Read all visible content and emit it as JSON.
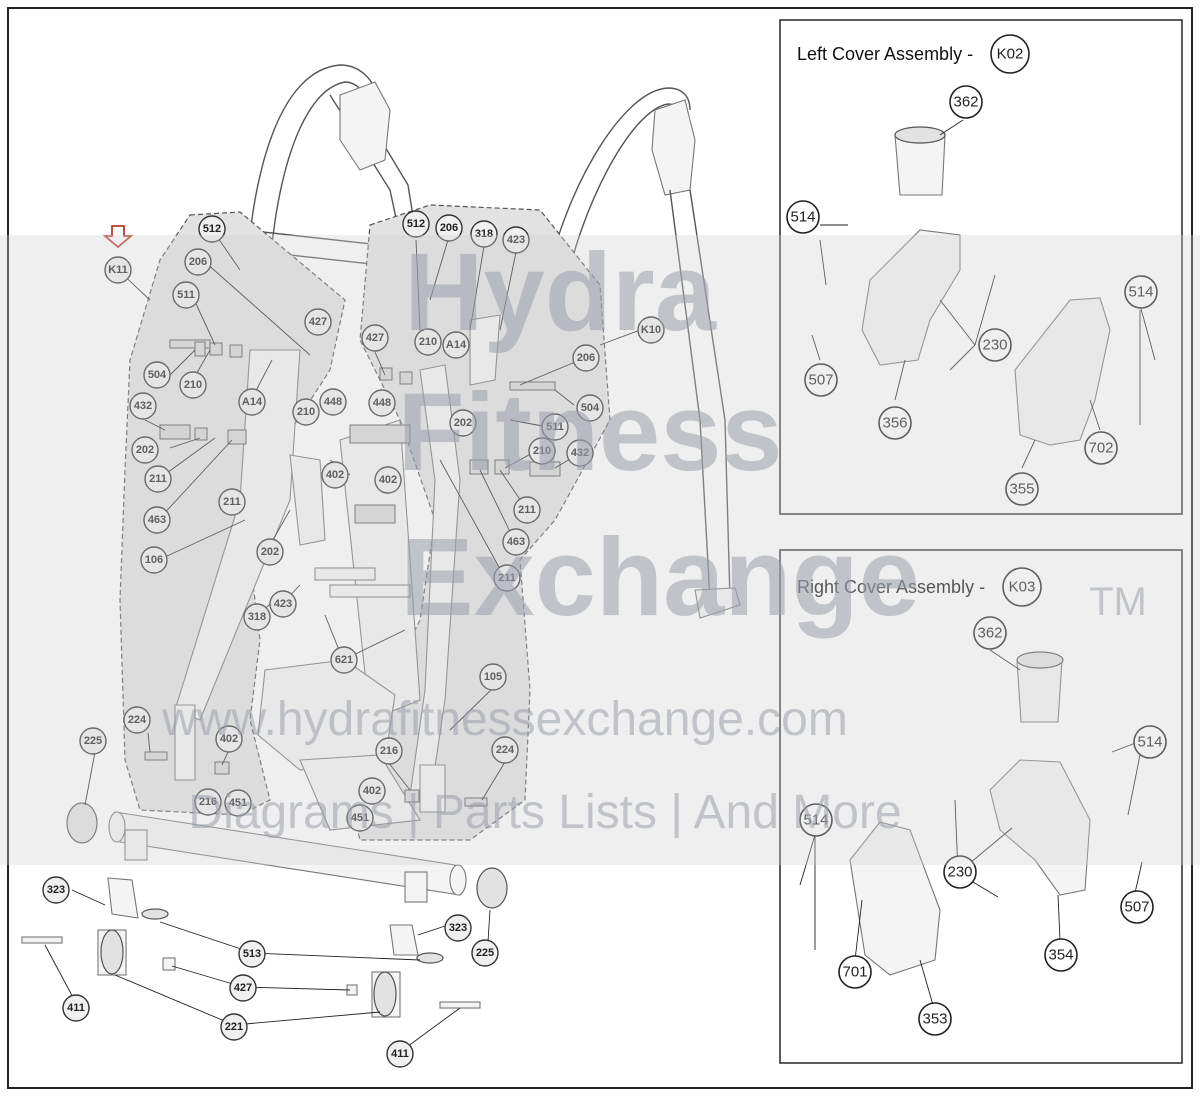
{
  "main_diagram": {
    "group_labels": [
      "K11",
      "K10"
    ],
    "callouts_left": [
      "512",
      "206",
      "511",
      "427",
      "504",
      "210",
      "A14",
      "432",
      "210",
      "448",
      "202",
      "211",
      "402",
      "211",
      "463",
      "106",
      "202",
      "423",
      "318"
    ],
    "callouts_right": [
      "512",
      "206",
      "318",
      "423",
      "427",
      "210",
      "A14",
      "448",
      "206",
      "504",
      "202",
      "511",
      "210",
      "432",
      "402",
      "211",
      "463",
      "211",
      "621"
    ],
    "callouts_lower": [
      "224",
      "225",
      "402",
      "216",
      "451",
      "105",
      "216",
      "224",
      "402",
      "451",
      "323",
      "513",
      "323",
      "225",
      "427",
      "411",
      "221",
      "411"
    ]
  },
  "left_cover": {
    "title": "Left Cover Assembly -",
    "code": "K02",
    "callouts": [
      "362",
      "514",
      "230",
      "514",
      "507",
      "356",
      "702",
      "355"
    ]
  },
  "right_cover": {
    "title": "Right Cover Assembly -",
    "code": "K03",
    "callouts": [
      "362",
      "514",
      "514",
      "230",
      "507",
      "701",
      "354",
      "353"
    ]
  },
  "watermark": {
    "line1": "Hydra",
    "line2": "Fitness",
    "line3": "Exchange",
    "tm": "TM",
    "url": "www.hydrafitnessexchange.com",
    "tagline": "Diagrams | Parts Lists | And More"
  },
  "colors": {
    "panel_fill": "#bdbdbd",
    "watermark_band": "#d0d0d0",
    "marker_arrow": "#c0392b"
  }
}
